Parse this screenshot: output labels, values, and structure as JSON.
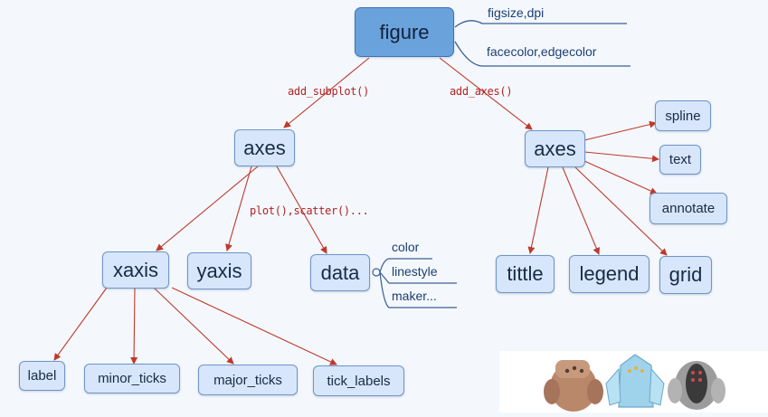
{
  "root": {
    "label": "figure",
    "props": [
      "figsize,dpi",
      "facecolor,edgecolor"
    ]
  },
  "edges": {
    "add_subplot": "add_subplot()",
    "add_axes": "add_axes()",
    "plot_scatter": "plot(),scatter()..."
  },
  "left_branch": {
    "axes_label": "axes",
    "xaxis": "xaxis",
    "yaxis": "yaxis",
    "data": "data",
    "data_props": [
      "color",
      "linestyle",
      "maker..."
    ],
    "xaxis_children": [
      "label",
      "minor_ticks",
      "major_ticks",
      "tick_labels"
    ]
  },
  "right_branch": {
    "axes_label": "axes",
    "children": [
      "tittle",
      "legend",
      "grid"
    ],
    "side_children": [
      "spline",
      "text",
      "annotate"
    ]
  },
  "colors": {
    "node_fill": "#d7e6fb",
    "node_border": "#6f95c7",
    "root_fill": "#6aa2dc",
    "edge": "#c0392b",
    "prop_line": "#3a5f95"
  }
}
